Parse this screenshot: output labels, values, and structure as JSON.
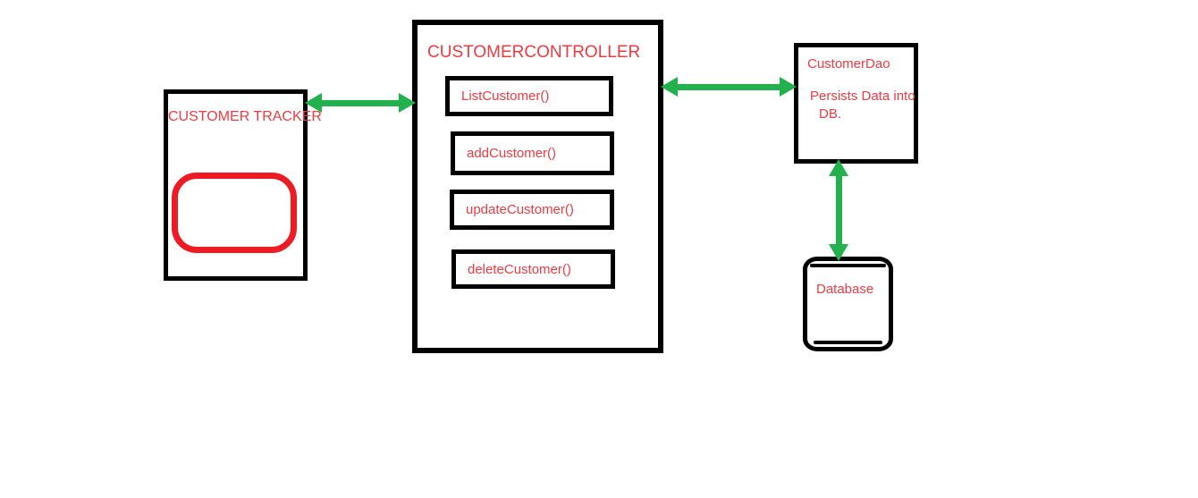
{
  "diagram": {
    "customer_tracker": {
      "label": "CUSTOMER TRACKER"
    },
    "customer_controller": {
      "title": "CUSTOMERCONTROLLER",
      "methods": [
        "ListCustomer()",
        "addCustomer()",
        "updateCustomer()",
        "deleteCustomer()"
      ]
    },
    "customer_dao": {
      "title": "CustomerDao",
      "description": [
        "Persists Data into",
        "DB."
      ]
    },
    "database": {
      "label": "Database"
    },
    "connections": [
      {
        "from": "customer_tracker",
        "to": "customer_controller",
        "type": "bidirectional"
      },
      {
        "from": "customer_controller",
        "to": "customer_dao",
        "type": "bidirectional"
      },
      {
        "from": "customer_dao",
        "to": "database",
        "type": "bidirectional"
      }
    ],
    "colors": {
      "outline": "#000000",
      "text_red": "#ed1c24",
      "shape_red": "#ed1c24",
      "arrow_green": "#22b14c",
      "background": "#ffffff"
    }
  }
}
